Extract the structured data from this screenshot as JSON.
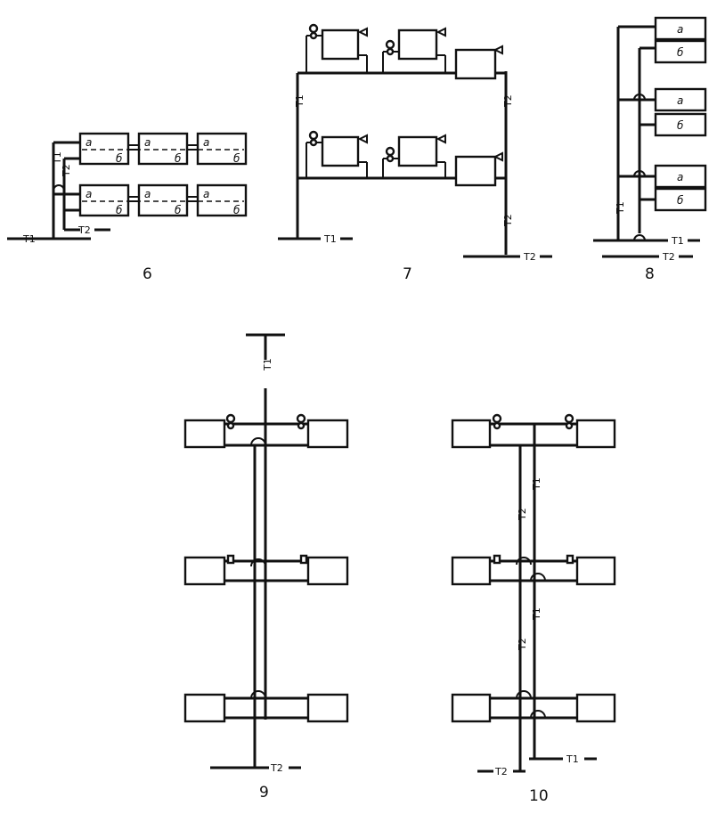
{
  "labels": {
    "t1": "T1",
    "t2": "T2",
    "a": "a",
    "b": "б"
  },
  "figures": {
    "f6": "6",
    "f7": "7",
    "f8": "8",
    "f9": "9",
    "f10": "10"
  }
}
